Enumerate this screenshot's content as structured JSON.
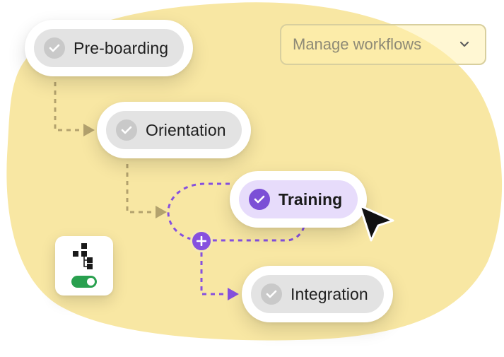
{
  "header": {
    "workflow_dropdown": {
      "selected": "Manage workflows"
    }
  },
  "workflow": {
    "steps": [
      {
        "label": "Pre-boarding",
        "status": "complete"
      },
      {
        "label": "Orientation",
        "status": "complete"
      },
      {
        "label": "Training",
        "status": "active"
      },
      {
        "label": "Integration",
        "status": "complete"
      }
    ]
  },
  "toggle": {
    "enabled": true
  },
  "icons": {
    "step_status": "check-circle-icon",
    "dropdown": "chevron-down-icon",
    "add_step": "plus-icon",
    "workflow": "flowchart-icon",
    "pointer": "mouse-cursor-icon"
  },
  "colors": {
    "background_blob": "#f8e7a3",
    "accent": "#8650df",
    "active_pill": "#e7dcfb",
    "inactive_pill": "#e3e3e3",
    "connector": "#b3a26e",
    "toggle_on": "#29a04f"
  }
}
